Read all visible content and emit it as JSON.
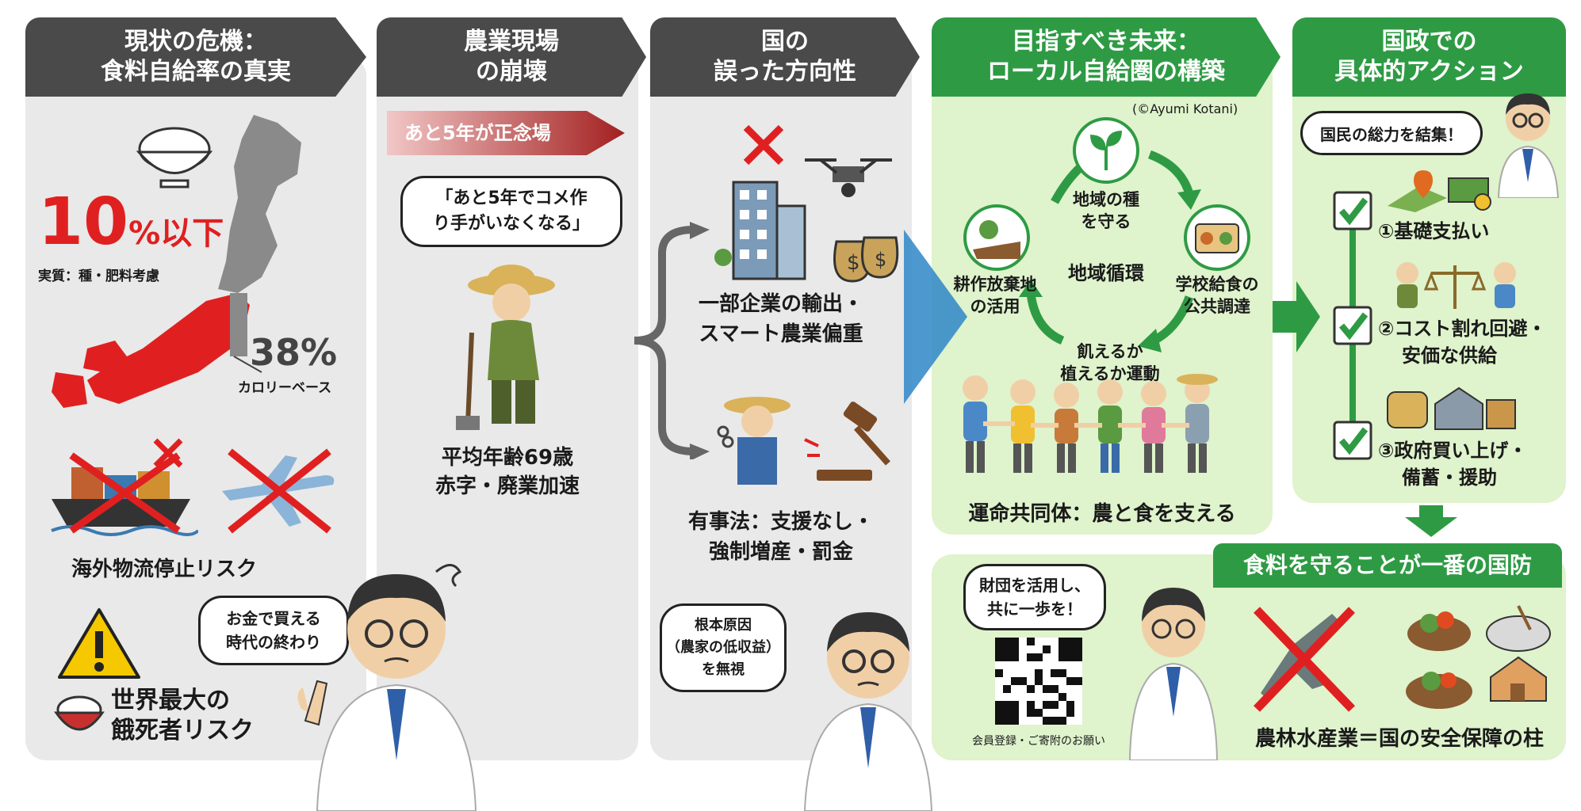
{
  "col1": {
    "title_line1": "現状の危機：",
    "title_line2": "食料自給率の真実",
    "big_percent": "10",
    "big_unit": "%以下",
    "sub_note": "実質：種・肥料考慮",
    "calorie_percent": "38%",
    "calorie_label": "カロリーベース",
    "logistics_label": "海外物流停止リスク",
    "risk_line1": "世界最大の",
    "risk_line2": "餓死者リスク",
    "speech_line1": "お金で買える",
    "speech_line2": "時代の終わり"
  },
  "col2": {
    "title_line1": "農業現場",
    "title_line2": "の崩壊",
    "arrow_label": "あと5年が正念場",
    "quote_line1": "「あと5年でコメ作",
    "quote_line2": "り手がいなくなる」",
    "fact_line1": "平均年齢69歳",
    "fact_line2": "赤字・廃業加速"
  },
  "col3": {
    "title_line1": "国の",
    "title_line2": "誤った方向性",
    "item1_line1": "一部企業の輸出・",
    "item1_line2": "スマート農業偏重",
    "item2_line1": "有事法：支援なし・",
    "item2_line2": "強制増産・罰金",
    "bubble_line1": "根本原因",
    "bubble_line2": "（農家の低収益）",
    "bubble_line3": "を無視"
  },
  "col4": {
    "title_line1": "目指すべき未来：",
    "title_line2": "ローカル自給圏の構築",
    "credit": "(©Ayumi Kotani)",
    "center_label": "地域循環",
    "node_top_line1": "地域の種",
    "node_top_line2": "を守る",
    "node_left_line1": "耕作放棄地",
    "node_left_line2": "の活用",
    "node_right_line1": "学校給食の",
    "node_right_line2": "公共調達",
    "node_bottom_line1": "飢えるか",
    "node_bottom_line2": "植えるか運動",
    "community_label": "運命共同体：農と食を支える"
  },
  "col5": {
    "title_line1": "国政での",
    "title_line2": "具体的アクション",
    "speech": "国民の総力を結集！",
    "action1": "①基礎支払い",
    "action2_line1": "②コスト割れ回避・",
    "action2_line2": "安価な供給",
    "action3_line1": "③政府買い上げ・",
    "action3_line2": "備蓄・援助"
  },
  "bottom": {
    "banner": "食料を守ることが一番の国防",
    "speech_line1": "財団を活用し、",
    "speech_line2": "共に一歩を！",
    "qr_caption": "会員登録・ご寄附のお願い",
    "pillar_label": "農林水産業＝国の安全保障の柱"
  },
  "colors": {
    "header_dark": "#4a4a4a",
    "header_green": "#2e9b44",
    "alert_red": "#e02020",
    "panel_gray": "#e9e9e9",
    "panel_green": "#dff3cc"
  }
}
